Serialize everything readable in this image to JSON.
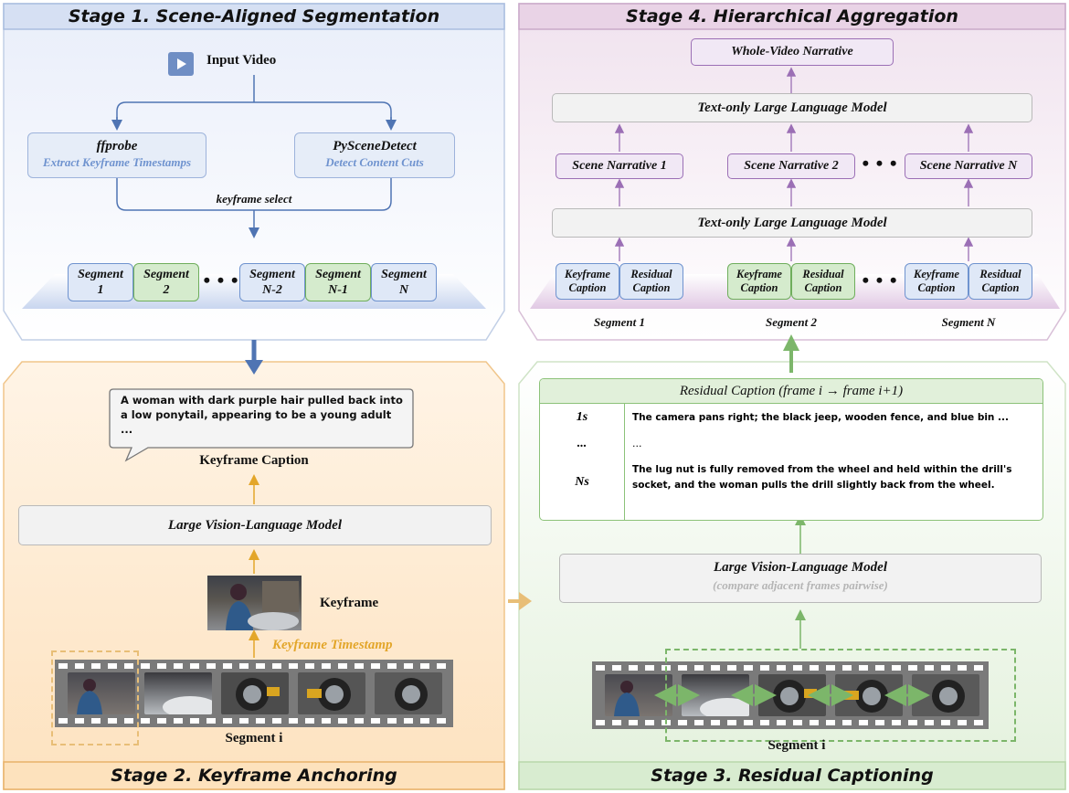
{
  "stage1": {
    "title": "Stage 1. Scene-Aligned Segmentation",
    "input_video": "Input Video",
    "ffprobe_title": "ffprobe",
    "ffprobe_sub": "Extract Keyframe Timestamps",
    "pyscene_title": "PySceneDetect",
    "pyscene_sub": "Detect Content Cuts",
    "keyframe_select": "keyframe select",
    "segments": [
      "Segment\n1",
      "Segment\n2",
      "Segment\nN-2",
      "Segment\nN-1",
      "Segment\nN"
    ],
    "dots": "• • •"
  },
  "stage2": {
    "title": "Stage 2. Keyframe Anchoring",
    "caption_text": "A woman with dark purple hair pulled back into a low ponytail, appearing to be a young adult ...",
    "keyframe_caption": "Keyframe Caption",
    "model": "Large Vision-Language Model",
    "keyframe": "Keyframe",
    "keyframe_timestamp": "Keyframe Timestamp",
    "segment_i": "Segment i"
  },
  "stage3": {
    "title": "Stage 3. Residual Captioning",
    "table_header": "Residual Caption (frame i → frame i+1)",
    "rows": [
      {
        "time": "1s",
        "text": "The camera pans right; the black jeep, wooden fence, and blue bin ..."
      },
      {
        "time": "...",
        "text": "..."
      },
      {
        "time": "Ns",
        "text": "The lug nut is fully removed from the wheel and held within the drill's socket, and the woman pulls the drill slightly back from the wheel."
      }
    ],
    "model": "Large Vision-Language Model",
    "model_sub": "(compare adjacent frames pairwise)",
    "segment_i": "Segment i"
  },
  "stage4": {
    "title": "Stage 4. Hierarchical Aggregation",
    "whole_video": "Whole-Video Narrative",
    "llm": "Text-only Large Language Model",
    "narratives": [
      "Scene Narrative 1",
      "Scene Narrative 2",
      "Scene Narrative N"
    ],
    "keyframe_caption": "Keyframe\nCaption",
    "residual_caption": "Residual\nCaption",
    "segment_labels": [
      "Segment 1",
      "Segment 2",
      "Segment N"
    ],
    "dots": "• • •"
  },
  "colors": {
    "blue": "#4f74b3",
    "green": "#7cb66a",
    "orange": "#e3a62a",
    "purple": "#9b6fb5"
  }
}
